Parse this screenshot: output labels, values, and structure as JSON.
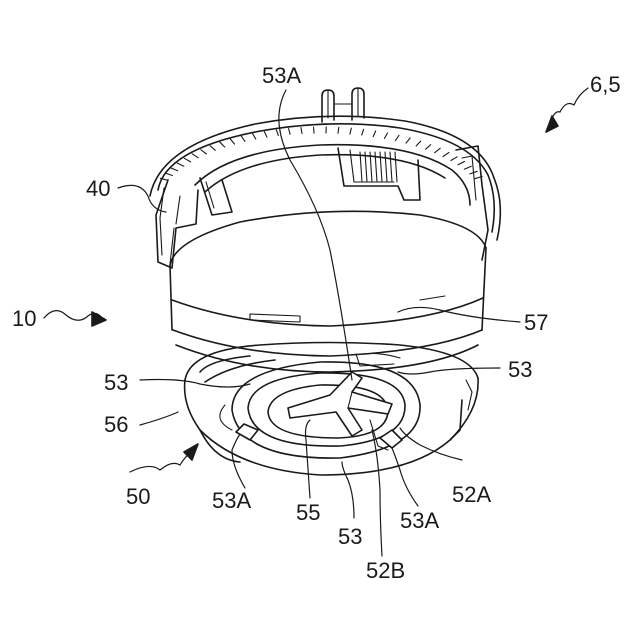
{
  "labels": {
    "l_53A_top": "53A",
    "l_65": "6,5",
    "l_40": "40",
    "l_10": "10",
    "l_57": "57",
    "l_53_left": "53",
    "l_53_right": "53",
    "l_56": "56",
    "l_50": "50",
    "l_53A_left": "53A",
    "l_55": "55",
    "l_53_bottom": "53",
    "l_53A_bottom": "53A",
    "l_52A": "52A",
    "l_52B": "52B"
  }
}
